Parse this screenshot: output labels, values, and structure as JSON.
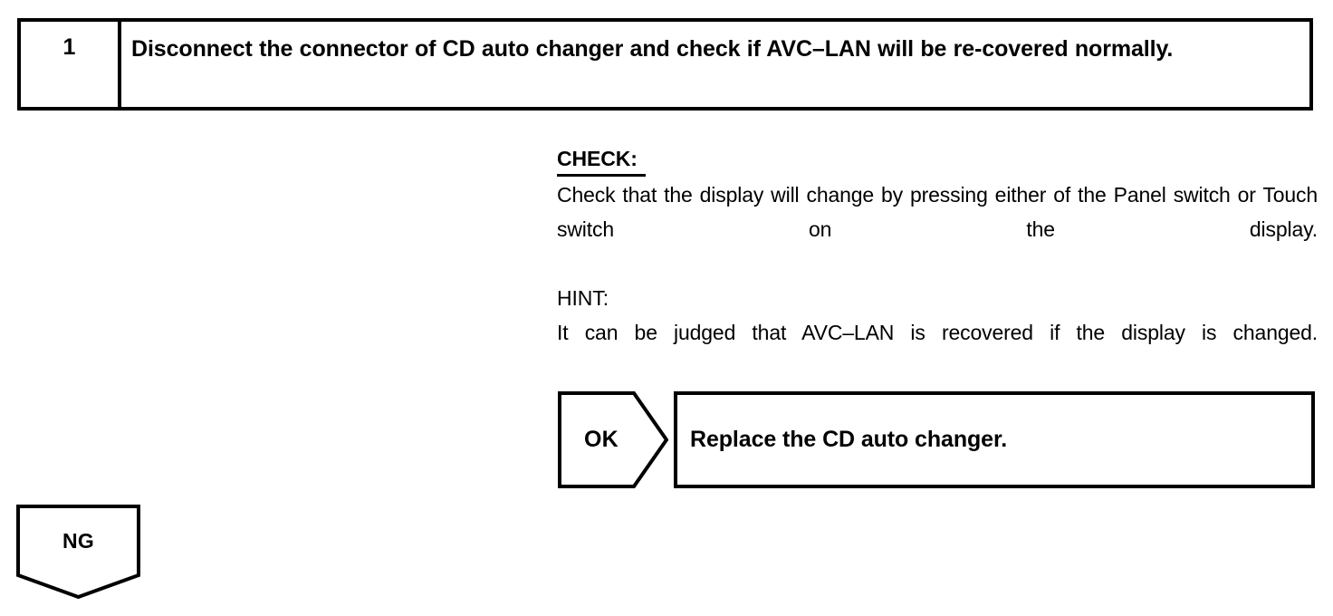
{
  "step": {
    "number": "1",
    "instruction": "Disconnect the connector of CD auto changer and check if AVC–LAN will be re-covered normally."
  },
  "details": {
    "check_label": "CHECK:",
    "check_text": "Check that the display will change by pressing either of the Panel switch or Touch switch on the display.",
    "hint_label": "HINT:",
    "hint_text": "It can be judged that AVC–LAN is recovered if the display is changed."
  },
  "branches": {
    "ok": {
      "label": "OK",
      "result": "Replace the CD auto changer."
    },
    "ng": {
      "label": "NG"
    }
  },
  "colors": {
    "ink": "#000000",
    "paper": "#ffffff"
  }
}
